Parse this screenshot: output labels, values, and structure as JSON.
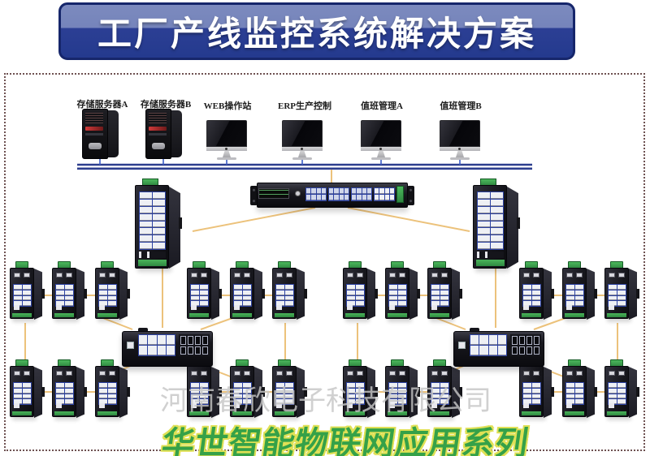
{
  "banner": {
    "title": "工厂产线监控系统解决方案"
  },
  "top_devices": [
    {
      "id": "storage-server-a",
      "kind": "server",
      "label": "存储服务器A"
    },
    {
      "id": "storage-server-b",
      "kind": "server",
      "label": "存储服务器B"
    },
    {
      "id": "web-station",
      "kind": "monitor",
      "label": "WEB操作站"
    },
    {
      "id": "erp-control",
      "kind": "monitor",
      "label": "ERP生产控制"
    },
    {
      "id": "duty-mgmt-a",
      "kind": "monitor",
      "label": "值班管理A"
    },
    {
      "id": "duty-mgmt-b",
      "kind": "monitor",
      "label": "值班管理B"
    }
  ],
  "watermark": {
    "text": "河南春欣电子科技有限公司"
  },
  "footer": {
    "series": "华世智能物联网应用系列"
  },
  "icons": {
    "server": "tower-server-icon",
    "monitor": "imac-monitor-icon",
    "core_switch": "rack-switch-icon",
    "switch_16port": "din-switch-16port-icon",
    "aggregation_switch": "managed-switch-8port-icon",
    "small_switch": "industrial-switch-8port-icon"
  },
  "colors": {
    "banner_top": "#7584bb",
    "banner_bottom": "#2c3f94",
    "banner_border": "#16266b",
    "bus_line": "#2d3e8e",
    "device_stem": "#3b5bc4",
    "link_line": "#ecc27b",
    "port_panel_blue": "#2c41a0",
    "terminal_green": "#3fa24a",
    "slogan_green": "#35a148",
    "slogan_outline": "#dfe055",
    "watermark_gray": "#c6c6c6",
    "frame_dotted": "#6e5151"
  }
}
